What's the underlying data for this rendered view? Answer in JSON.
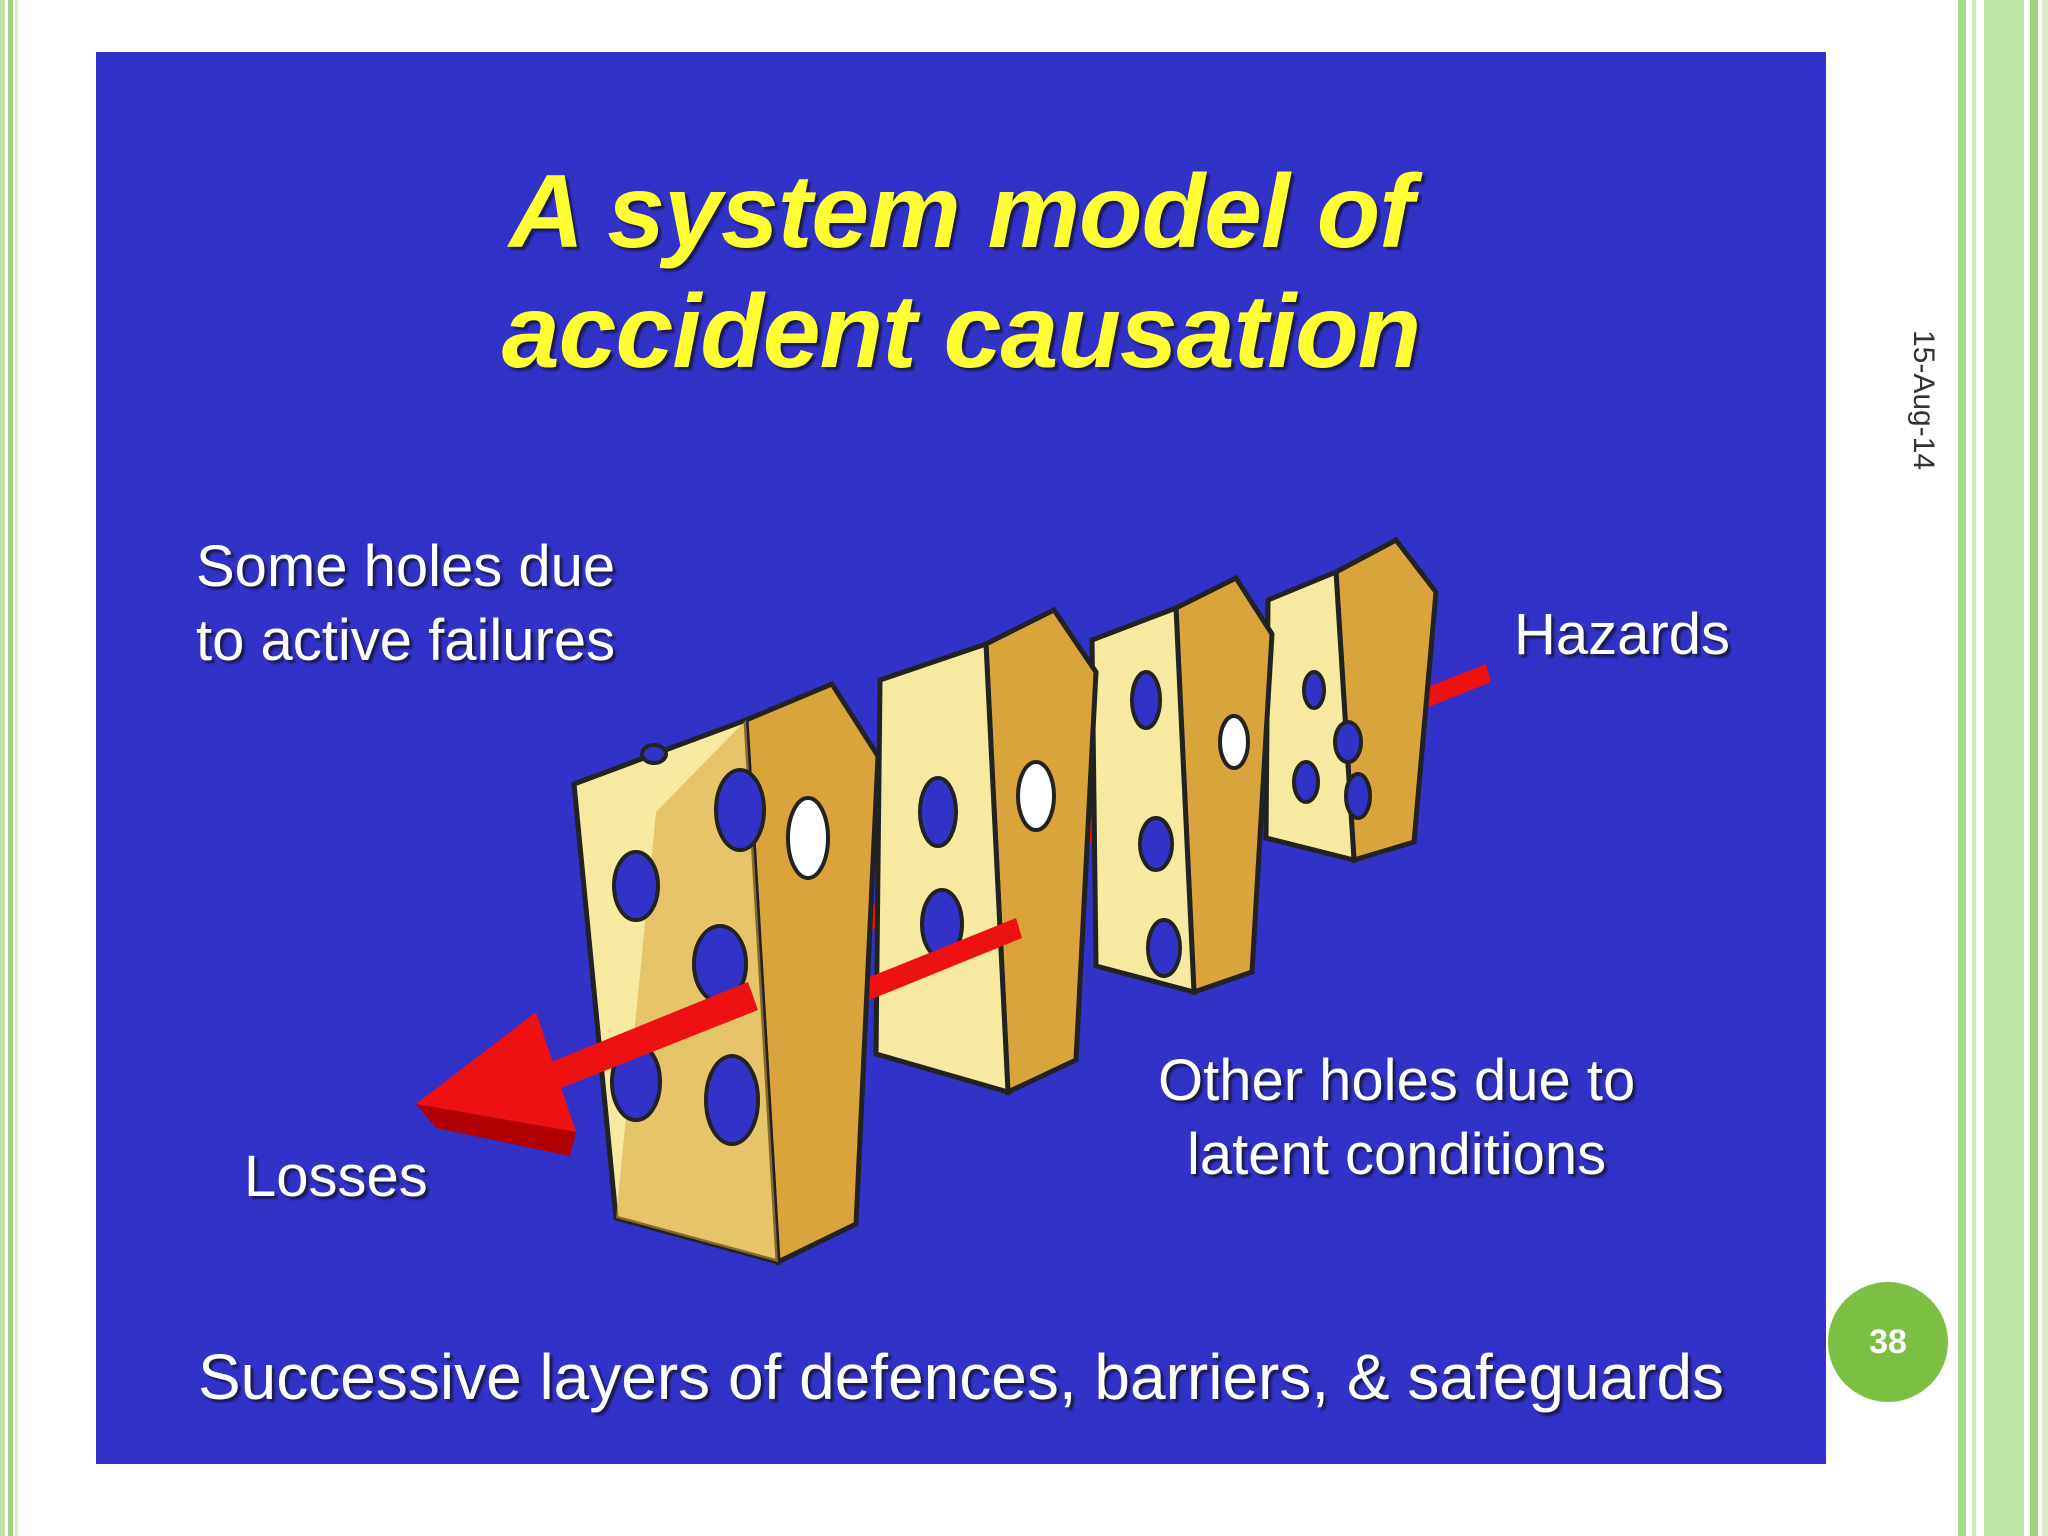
{
  "slide": {
    "title_line1": "A system model of",
    "title_line2": "accident causation",
    "label_active_line1": "Some holes due",
    "label_active_line2": "to active failures",
    "label_hazards": "Hazards",
    "label_losses": "Losses",
    "label_latent_line1": "Other holes due to",
    "label_latent_line2": "latent conditions",
    "footer": "Successive layers of defences, barriers, & safeguards"
  },
  "meta": {
    "date": "15-Aug-14",
    "page_number": "38"
  },
  "colors": {
    "slide_bg": "#3232c8",
    "title": "#ffff33",
    "cheese_face": "#f5eaa0",
    "cheese_side": "#d9a43c",
    "arrow": "#ee1111",
    "badge": "#7bc043"
  }
}
